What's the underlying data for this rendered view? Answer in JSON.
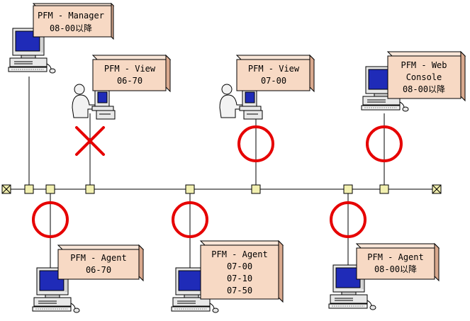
{
  "colors": {
    "box_front": "#f7d9c4",
    "box_side": "#d9a98e",
    "box_top": "#f9e6d8",
    "node_fill": "#f2f0b0",
    "ok_mark": "#e60000",
    "ng_mark": "#e60000",
    "monitor_screen": "#1f2bb8"
  },
  "nodes": {
    "manager": {
      "lines": [
        "PFM - Manager",
        "08-00以降"
      ]
    },
    "view_a": {
      "lines": [
        "PFM - View",
        "06-70"
      ]
    },
    "view_b": {
      "lines": [
        "PFM - View",
        "07-00"
      ]
    },
    "web_console": {
      "lines": [
        "PFM - Web",
        "Console",
        "08-00以降"
      ]
    },
    "agent_a": {
      "lines": [
        "PFM - Agent",
        "06-70"
      ]
    },
    "agent_b": {
      "lines": [
        "PFM - Agent",
        "07-00",
        "07-10",
        "07-50"
      ]
    },
    "agent_c": {
      "lines": [
        "PFM - Agent",
        "08-00以降"
      ]
    }
  },
  "connections": [
    {
      "node": "view_a",
      "status": "incompatible"
    },
    {
      "node": "view_b",
      "status": "compatible"
    },
    {
      "node": "web_console",
      "status": "compatible"
    },
    {
      "node": "agent_a",
      "status": "compatible"
    },
    {
      "node": "agent_b",
      "status": "compatible"
    },
    {
      "node": "agent_c",
      "status": "compatible"
    }
  ]
}
